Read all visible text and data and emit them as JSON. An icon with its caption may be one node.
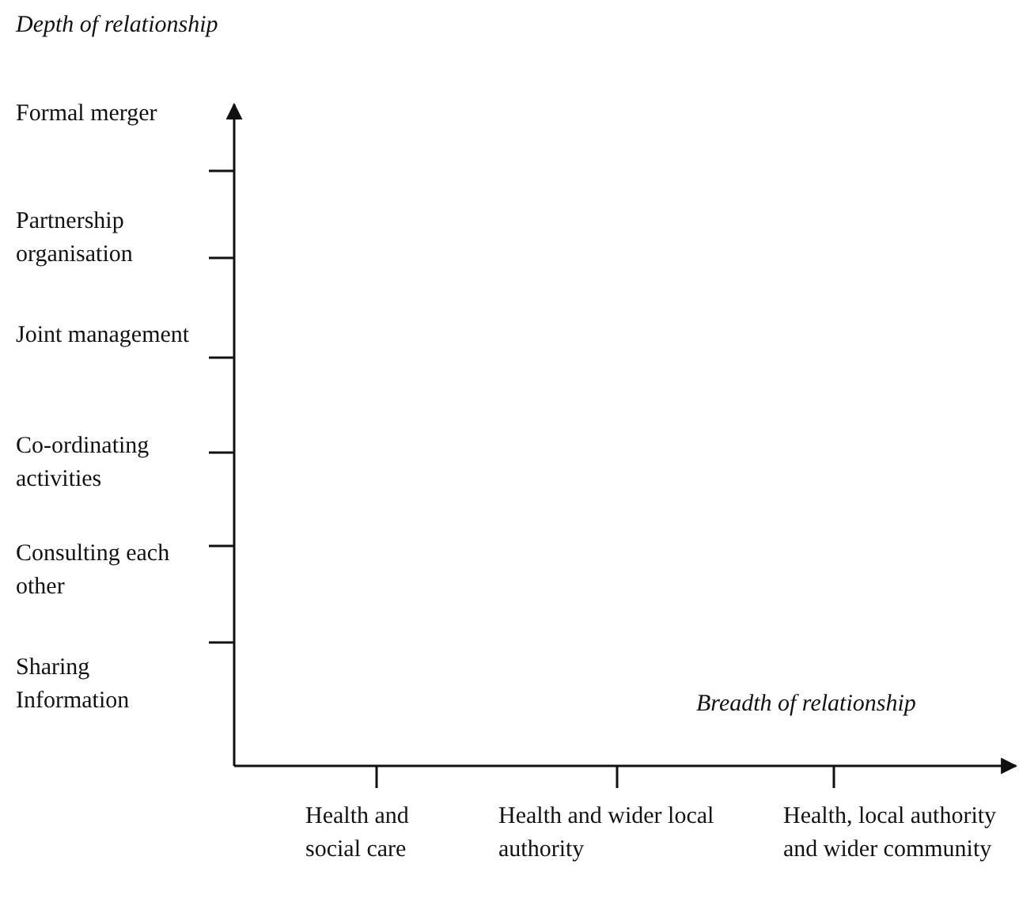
{
  "diagram": {
    "labels": [
      "Depth of relationship",
      "Formal merger",
      "Partnership organisation",
      "Joint management",
      "Co-ordinating activities",
      "Consulting each other",
      "Sharing Information",
      "Breadth of relationship",
      "Health and social care",
      "Health and wider local authority",
      "Health, local authority and wider community"
    ]
  }
}
